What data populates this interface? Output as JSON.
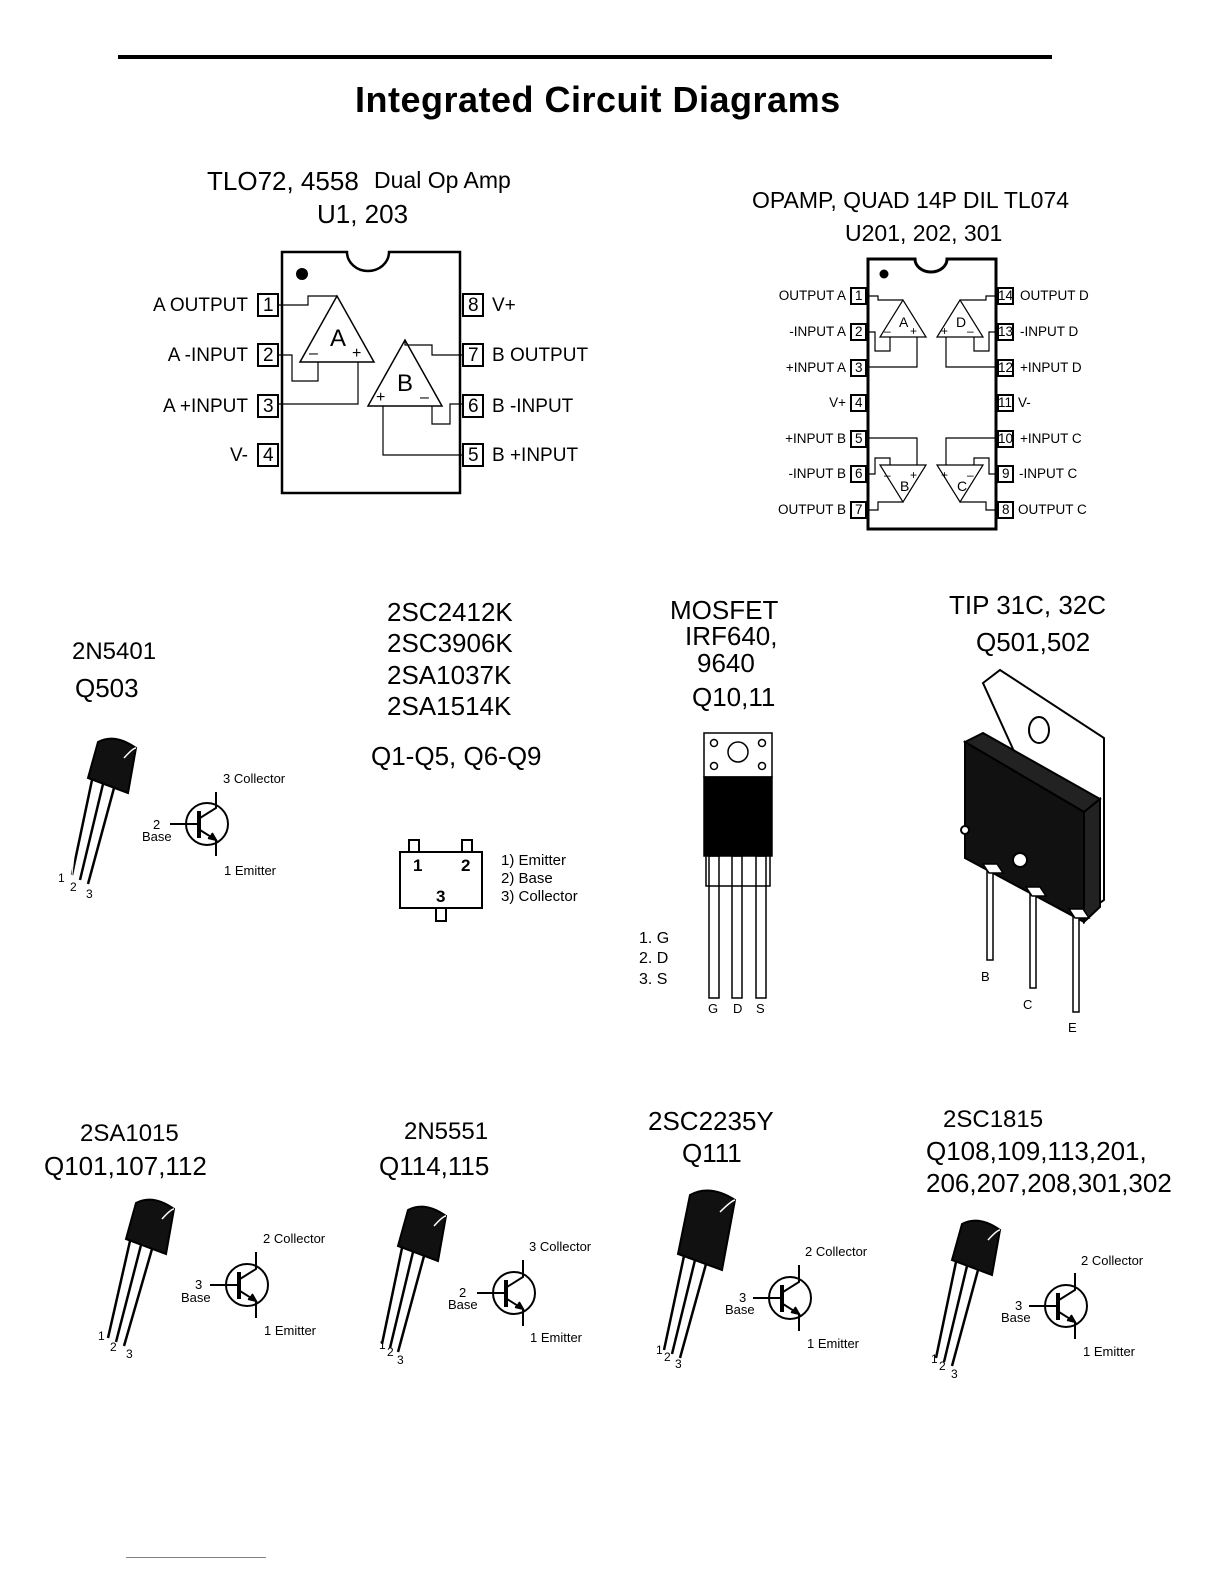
{
  "page": {
    "title": "Integrated Circuit Diagrams"
  },
  "dual_opamp": {
    "title_line1_a": "TLO72, 4558",
    "title_line1_b": "Dual Op Amp",
    "title_line2": "U1, 203",
    "left_pins": [
      {
        "num": "1",
        "label": "A OUTPUT"
      },
      {
        "num": "2",
        "label": "A -INPUT"
      },
      {
        "num": "3",
        "label": "A +INPUT"
      },
      {
        "num": "4",
        "label": "V-"
      }
    ],
    "right_pins": [
      {
        "num": "8",
        "label": "V+"
      },
      {
        "num": "7",
        "label": "B OUTPUT"
      },
      {
        "num": "6",
        "label": "B -INPUT"
      },
      {
        "num": "5",
        "label": "B +INPUT"
      }
    ],
    "amp_a": "A",
    "amp_b": "B"
  },
  "quad_opamp": {
    "title_line1": "OPAMP, QUAD 14P DIL TL074",
    "title_line2": "U201, 202, 301",
    "left_pins": [
      {
        "num": "1",
        "label": "OUTPUT A"
      },
      {
        "num": "2",
        "label": "-INPUT A"
      },
      {
        "num": "3",
        "label": "+INPUT A"
      },
      {
        "num": "4",
        "label": "V+"
      },
      {
        "num": "5",
        "label": "+INPUT B"
      },
      {
        "num": "6",
        "label": "-INPUT B"
      },
      {
        "num": "7",
        "label": "OUTPUT B"
      }
    ],
    "right_pins": [
      {
        "num": "14",
        "label": "OUTPUT D"
      },
      {
        "num": "13",
        "label": "-INPUT D"
      },
      {
        "num": "12",
        "label": "+INPUT D"
      },
      {
        "num": "11",
        "label": "V-"
      },
      {
        "num": "10",
        "label": "+INPUT C"
      },
      {
        "num": "9",
        "label": "-INPUT C"
      },
      {
        "num": "8",
        "label": "OUTPUT C"
      }
    ],
    "amps": [
      "A",
      "D",
      "B",
      "C"
    ]
  },
  "q503": {
    "part": "2N5401",
    "ref": "Q503",
    "collector": "3 Collector",
    "base_num": "2",
    "base": "Base",
    "emitter": "1 Emitter",
    "leads": [
      "1",
      "2",
      "3"
    ]
  },
  "smd": {
    "parts": [
      "2SC2412K",
      "2SC3906K",
      "2SA1037K",
      "2SA1514K"
    ],
    "ref": "Q1-Q5, Q6-Q9",
    "pin_nums": [
      "1",
      "2",
      "3"
    ],
    "legend": [
      "1) Emitter",
      "2) Base",
      "3) Collector"
    ]
  },
  "mosfet": {
    "line1": "MOSFET",
    "line2": "IRF640,",
    "line3": "9640",
    "ref": "Q10,11",
    "legend": [
      "1. G",
      "2. D",
      "3. S"
    ],
    "leads": [
      "G",
      "D",
      "S"
    ]
  },
  "tip": {
    "part": "TIP 31C, 32C",
    "ref": "Q501,502",
    "leads": [
      "B",
      "C",
      "E"
    ]
  },
  "q101": {
    "part": "2SA1015",
    "ref": "Q101,107,112",
    "collector": "2 Collector",
    "base_num": "3",
    "base": "Base",
    "emitter": "1 Emitter",
    "leads": [
      "1",
      "2",
      "3"
    ]
  },
  "q114": {
    "part": "2N5551",
    "ref": "Q114,115",
    "collector": "3 Collector",
    "base_num": "2",
    "base": "Base",
    "emitter": "1 Emitter",
    "leads": [
      "1",
      "2",
      "3"
    ]
  },
  "q111": {
    "part": "2SC2235Y",
    "ref": "Q111",
    "collector": "2 Collector",
    "base_num": "3",
    "base": "Base",
    "emitter": "1 Emitter",
    "leads": [
      "1",
      "2",
      "3"
    ]
  },
  "q108": {
    "part": "2SC1815",
    "ref_line1": "Q108,109,113,201,",
    "ref_line2": "206,207,208,301,302",
    "collector": "2 Collector",
    "base_num": "3",
    "base": "Base",
    "emitter": "1 Emitter",
    "leads": [
      "1",
      "2",
      "3"
    ]
  }
}
